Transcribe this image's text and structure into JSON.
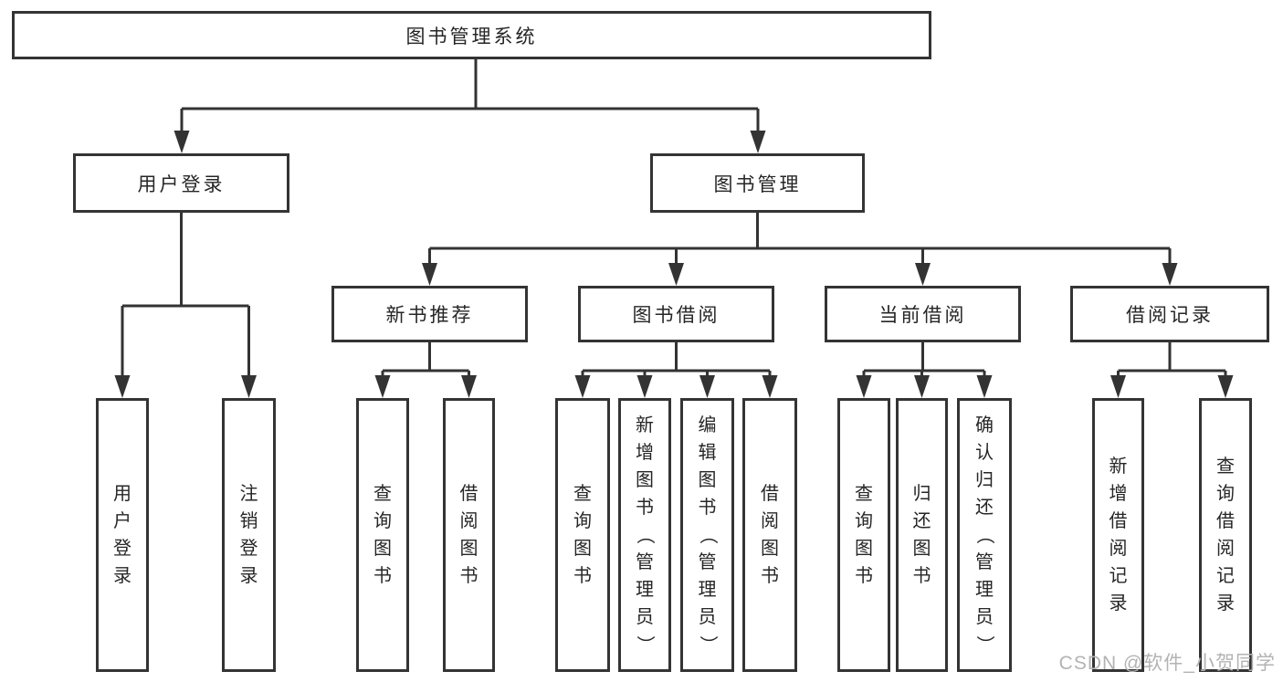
{
  "colors": {
    "background": "#ffffff",
    "line": "#333333",
    "box_border": "#343434",
    "text": "#262626",
    "watermark_text": "#b3b3b3"
  },
  "diagram": {
    "root": {
      "label": "图书管理系统"
    },
    "branches": [
      {
        "label": "用户登录",
        "children": [
          {
            "label": "用户登录"
          },
          {
            "label": "注销登录"
          }
        ]
      },
      {
        "label": "图书管理",
        "children": [
          {
            "label": "新书推荐",
            "children": [
              {
                "label": "查询图书"
              },
              {
                "label": "借阅图书"
              }
            ]
          },
          {
            "label": "图书借阅",
            "children": [
              {
                "label": "查询图书"
              },
              {
                "label": "新增图书（管理员）"
              },
              {
                "label": "编辑图书（管理员）"
              },
              {
                "label": "借阅图书"
              }
            ]
          },
          {
            "label": "当前借阅",
            "children": [
              {
                "label": "查询图书"
              },
              {
                "label": "归还图书"
              },
              {
                "label": "确认归还（管理员）"
              }
            ]
          },
          {
            "label": "借阅记录",
            "children": [
              {
                "label": "新增借阅记录"
              },
              {
                "label": "查询借阅记录"
              }
            ]
          }
        ]
      }
    ]
  },
  "watermark": {
    "text": "CSDN @软件_小贺同学"
  }
}
